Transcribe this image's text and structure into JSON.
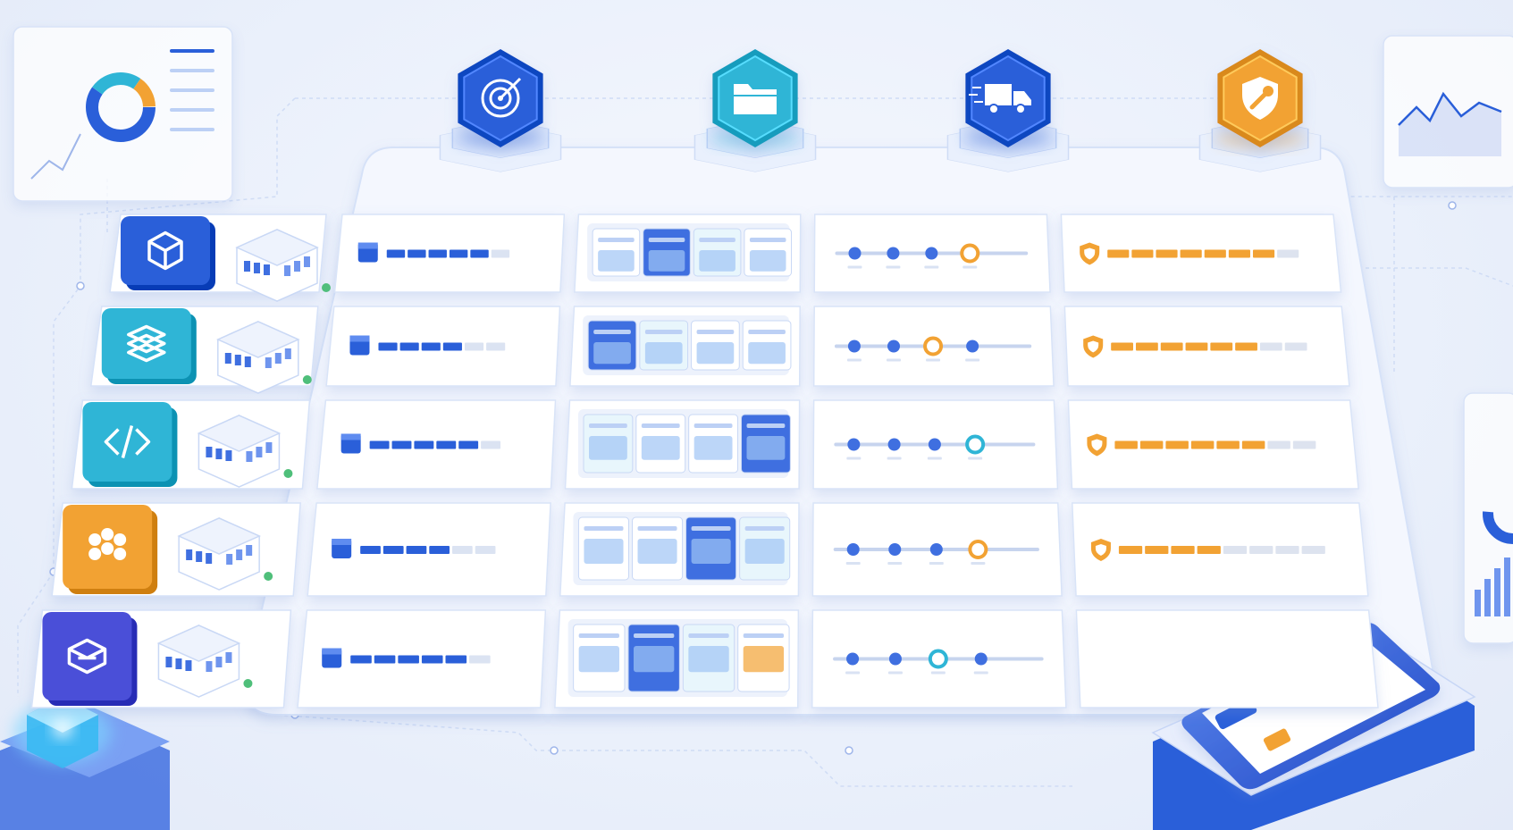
{
  "colors": {
    "background": "#eef2fb",
    "primary_blue": "#2a5fd9",
    "cyan": "#2fb5d6",
    "orange": "#f2a233",
    "indigo": "#4a4fd8",
    "panel": "#ffffff",
    "grid_line": "#cfdcf5"
  },
  "header_icons": [
    {
      "icon": "target-icon",
      "color": "#2a5fd9"
    },
    {
      "icon": "folder-icon",
      "color": "#2fb5d6"
    },
    {
      "icon": "delivery-truck-icon",
      "color": "#2a5fd9"
    },
    {
      "icon": "shield-wrench-icon",
      "color": "#f2a233"
    }
  ],
  "rows": [
    {
      "tile_icon": "cube-icon",
      "tile_color": "#2a5fd9",
      "progress_blue": 0.8,
      "timeline_highlight": 3,
      "highlight_color": "#f2a233",
      "progress_orange": 0.85,
      "has_shield": true
    },
    {
      "tile_icon": "layers-icon",
      "tile_color": "#2fb5d6",
      "progress_blue": 0.62,
      "timeline_highlight": 2,
      "highlight_color": "#f2a233",
      "progress_orange": 0.8,
      "has_shield": true
    },
    {
      "tile_icon": "code-icon",
      "tile_color": "#2fb5d6",
      "progress_blue": 0.8,
      "timeline_highlight": 3,
      "highlight_color": "#2fb5d6",
      "progress_orange": 0.7,
      "has_shield": true
    },
    {
      "tile_icon": "network-icon",
      "tile_color": "#f2a233",
      "progress_blue": 0.6,
      "timeline_highlight": 3,
      "highlight_color": "#f2a233",
      "progress_orange": 0.45,
      "has_shield": true
    },
    {
      "tile_icon": "package-icon",
      "tile_color": "#4a4fd8",
      "progress_blue": 0.82,
      "timeline_highlight": 2,
      "highlight_color": "#2fb5d6",
      "progress_orange": 0,
      "has_shield": false
    }
  ]
}
